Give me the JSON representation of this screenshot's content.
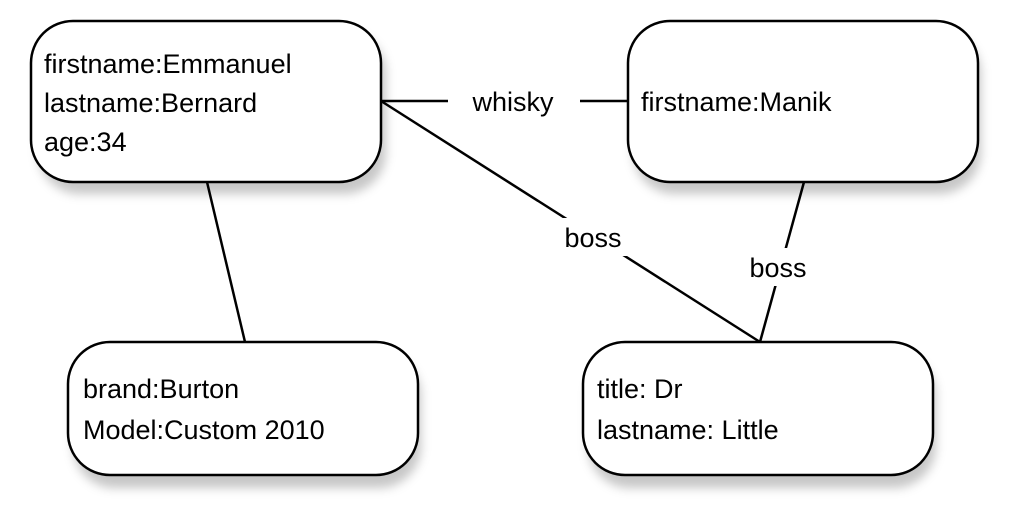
{
  "nodes": [
    {
      "id": "emmanuel",
      "lines": [
        "firstname:Emmanuel",
        "lastname:Bernard",
        "age:34"
      ]
    },
    {
      "id": "manik",
      "lines": [
        "firstname:Manik"
      ]
    },
    {
      "id": "burton",
      "lines": [
        "brand:Burton",
        "Model:Custom 2010"
      ]
    },
    {
      "id": "little",
      "lines": [
        "title: Dr",
        "lastname: Little"
      ]
    }
  ],
  "edges": [
    {
      "id": "whisky",
      "label": "whisky"
    },
    {
      "id": "emmanuel-boss",
      "label": "boss"
    },
    {
      "id": "manik-boss",
      "label": "boss"
    },
    {
      "id": "emmanuel-burton",
      "label": ""
    }
  ]
}
